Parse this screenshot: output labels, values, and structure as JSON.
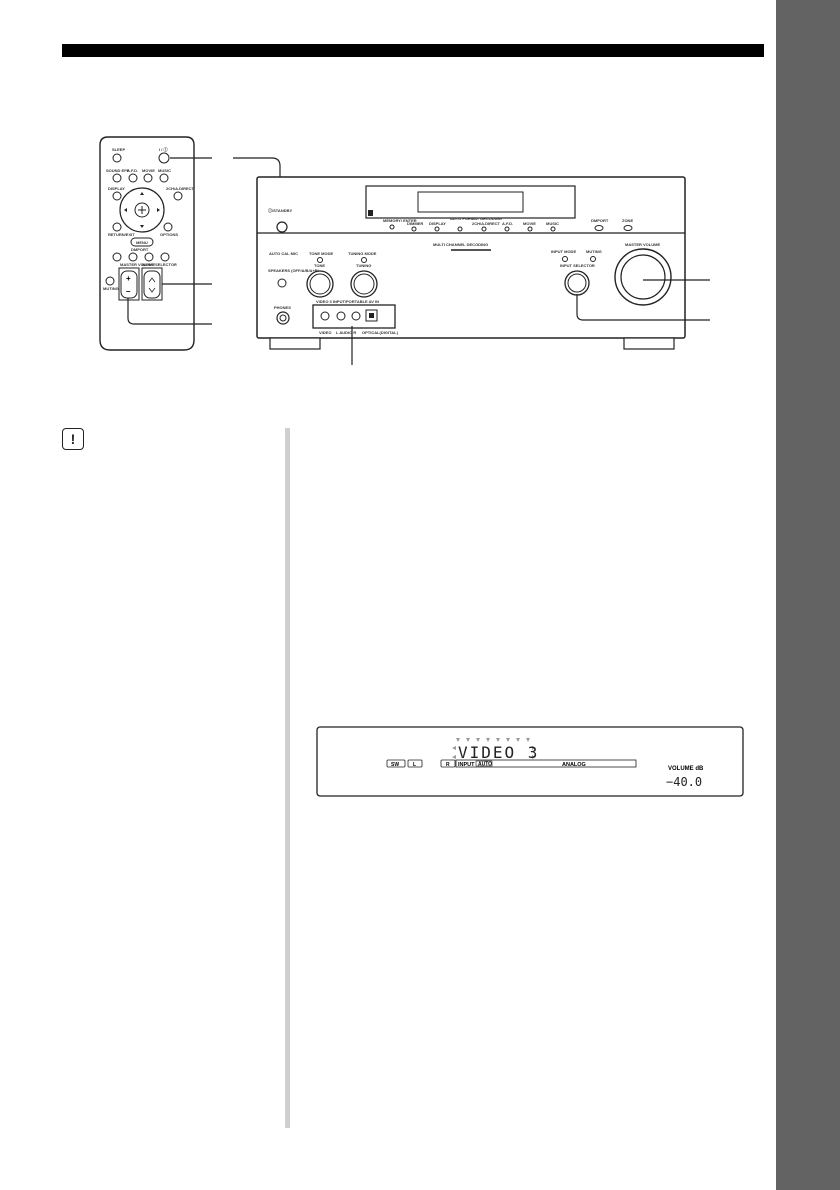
{
  "remote": {
    "sleep": "SLEEP",
    "power": "I / Ⓘ",
    "sound_effect": "SOUND EFF",
    "a_f_d": "A.F.D.",
    "movie": "MOVIE",
    "music": "MUSIC",
    "display": "DISPLAY",
    "two_ch": "2CH/A.DIRECT",
    "return_exit": "RETURN/EXIT",
    "options": "OPTIONS",
    "menu": "MENU",
    "dmport": "DMPORT",
    "muting": "MUTING",
    "master_volume": "MASTER VOLUME",
    "input_selector": "INPUT SELECTOR",
    "plus": "+",
    "minus": "–"
  },
  "receiver": {
    "power_label": "Ⓘ/STANDBY",
    "memory_enter": "MEMORY/ ENTER",
    "dimmer": "DIMMER",
    "display": "DISPLAY",
    "auto_format": "AUTO FORMAT DECODING",
    "two_ch": "2CH/A.DIRECT",
    "a_f_d": "A.F.D.",
    "movie": "MOVIE",
    "music": "MUSIC",
    "dmport": "DMPORT",
    "zone": "ZONE",
    "multi_channel": "MULTI CHANNEL DECODING",
    "auto_cal_mic": "AUTO CAL MIC",
    "tone_mode": "TONE MODE",
    "tuning_mode": "TUNING MODE",
    "tone": "TONE",
    "tuning": "TUNING",
    "speakers": "SPEAKERS (OFF/A/B/A+B)",
    "input_mode": "INPUT MODE",
    "muting": "MUTING",
    "input_selector": "INPUT SELECTOR",
    "master_volume": "MASTER VOLUME",
    "phones": "PHONES",
    "video3_input": "VIDEO 3 INPUT/PORTABLE AV IN",
    "video": "VIDEO",
    "audio": "L   AUDIO   R",
    "optical": "OPTICAL(DIGITAL)"
  },
  "display_panel": {
    "source": "VIDEO 3",
    "sw": "SW",
    "l": "L",
    "r": "R",
    "input": "INPUT",
    "auto": "AUTO",
    "analog": "ANALOG",
    "volume_label": "VOLUME dB",
    "volume_value": "−40.0"
  }
}
